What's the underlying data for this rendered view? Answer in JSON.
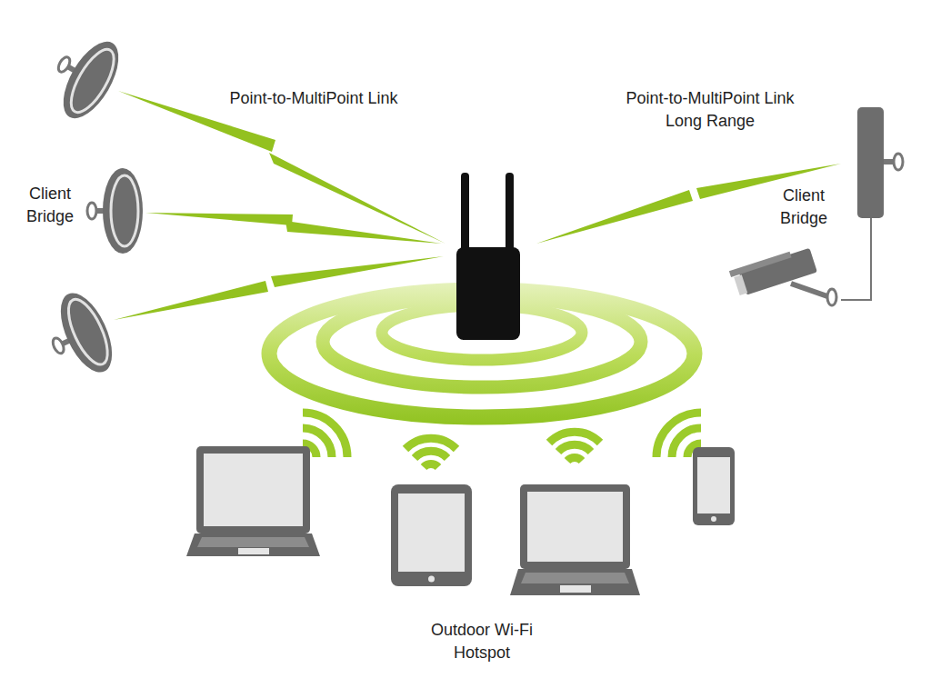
{
  "diagram": {
    "labels": [
      "Point-to-MultiPoint Link",
      "Point-to-MultiPoint Link Long Range",
      "Client Bridge",
      "Client Bridge",
      "Outdoor Wi-Fi Hotspot"
    ]
  }
}
